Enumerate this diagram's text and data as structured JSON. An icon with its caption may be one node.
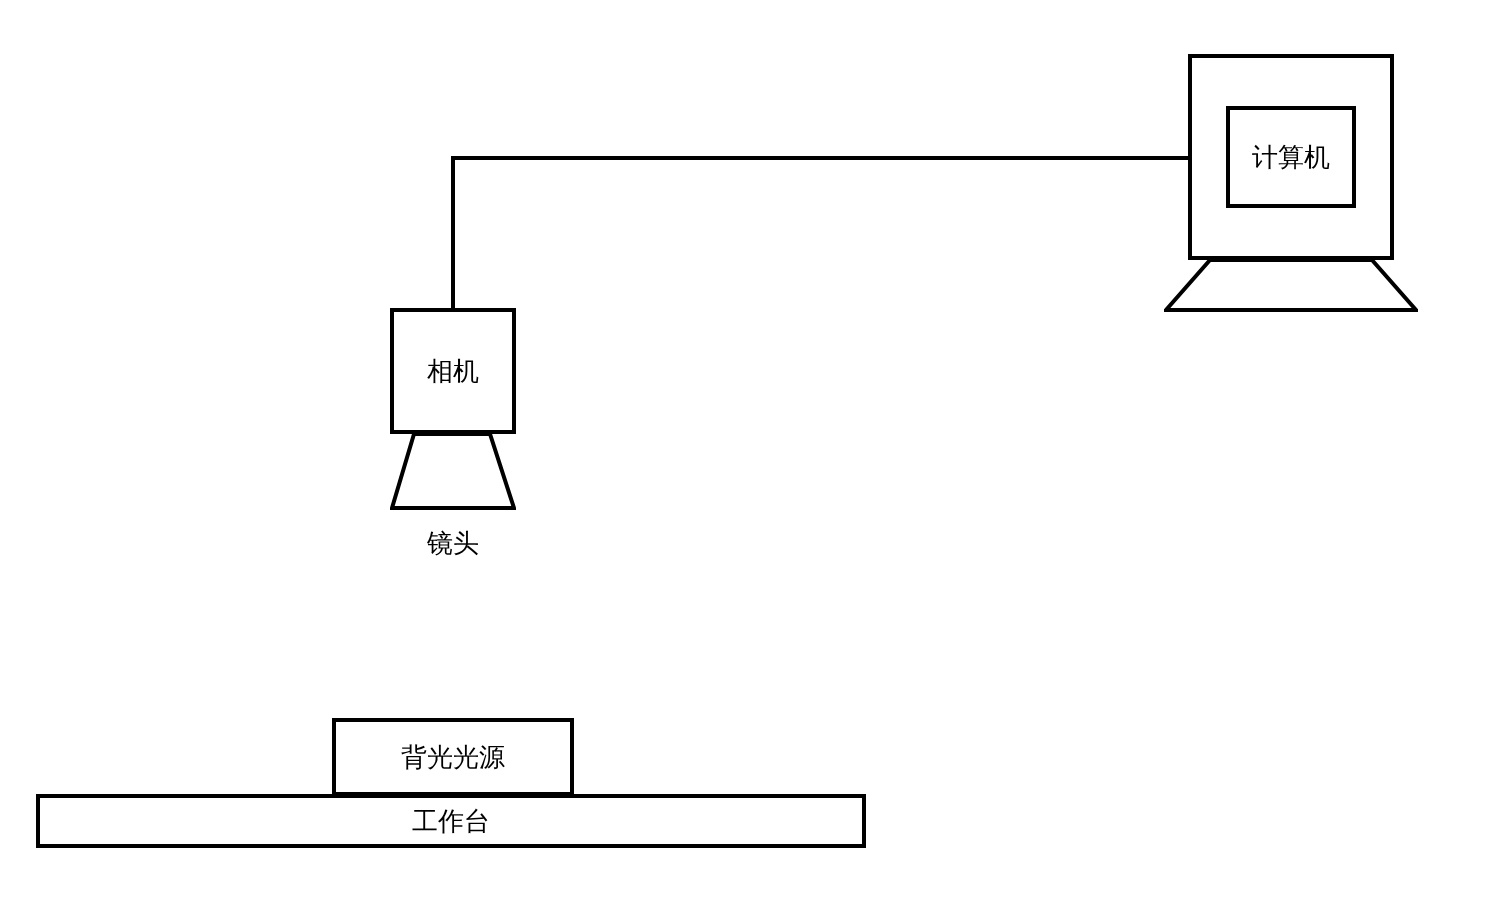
{
  "diagram": {
    "nodes": [
      {
        "text": [
          "相机"
        ]
      },
      {
        "text": [
          "镜头"
        ]
      },
      {
        "text": [],
        "shape": "box"
      },
      {
        "text": [
          "计算机"
        ],
        "in": 2
      },
      {
        "text": [
          "背光光源"
        ]
      },
      {
        "text": [
          "工作台"
        ]
      }
    ],
    "edges": [
      {
        "from": 0,
        "to": 2,
        "arrow": "none"
      }
    ]
  }
}
